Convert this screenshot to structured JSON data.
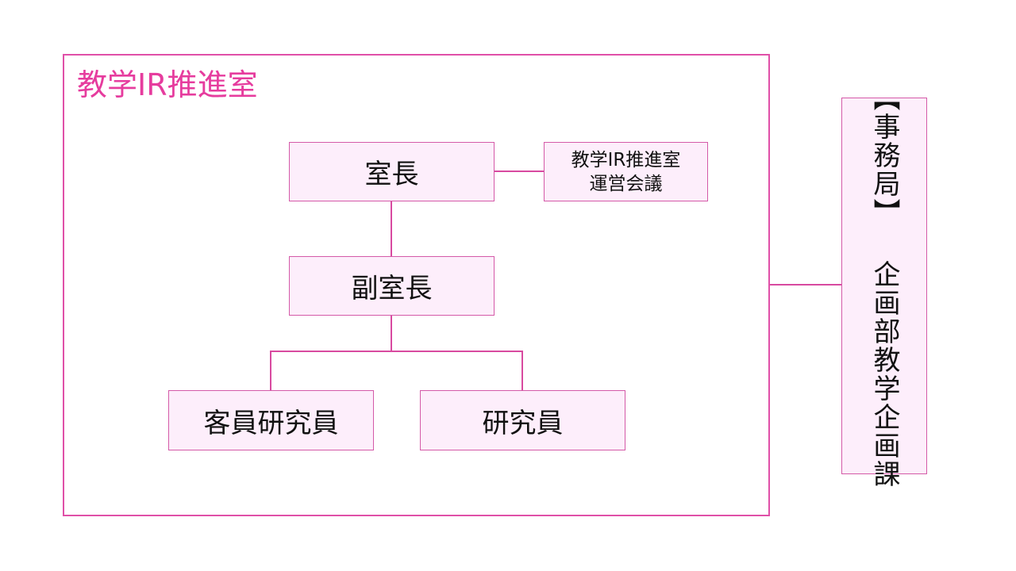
{
  "diagram": {
    "container_title": "教学IR推進室",
    "nodes": {
      "director": "室長",
      "council_line1": "教学IR推進室",
      "council_line2": "運営会議",
      "deputy": "副室長",
      "visiting_researcher": "客員研究員",
      "researcher": "研究員",
      "secretariat": "【事務局】 企画部教学企画課"
    }
  },
  "colors": {
    "border": "#e050a8",
    "title": "#e63c9e",
    "node_fill": "#fdeefb",
    "connector": "#d84aa0"
  }
}
